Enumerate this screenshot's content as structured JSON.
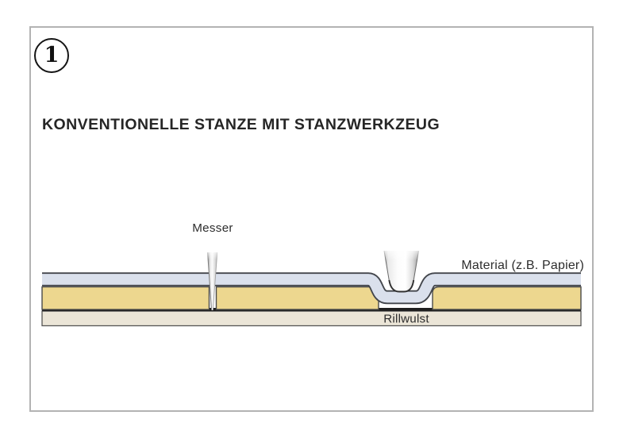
{
  "figure": {
    "step_number": "1",
    "title": "KONVENTIONELLE STANZE MIT STANZWERKZEUG"
  },
  "diagram": {
    "labels": {
      "knife": "Messer",
      "material": "Material (z.B. Papier)",
      "crease_bead": "Rillwulst"
    },
    "colors": {
      "material_fill": "#dae0ec",
      "material_outline": "#43464c",
      "die_board_fill": "#edd78f",
      "die_board_outline": "#4a4a4a",
      "base_plate_fill": "#ebe5d7",
      "base_plate_outline": "#555555",
      "baseline": "#1f1f1f",
      "frame_border": "#b3b3b3"
    }
  }
}
